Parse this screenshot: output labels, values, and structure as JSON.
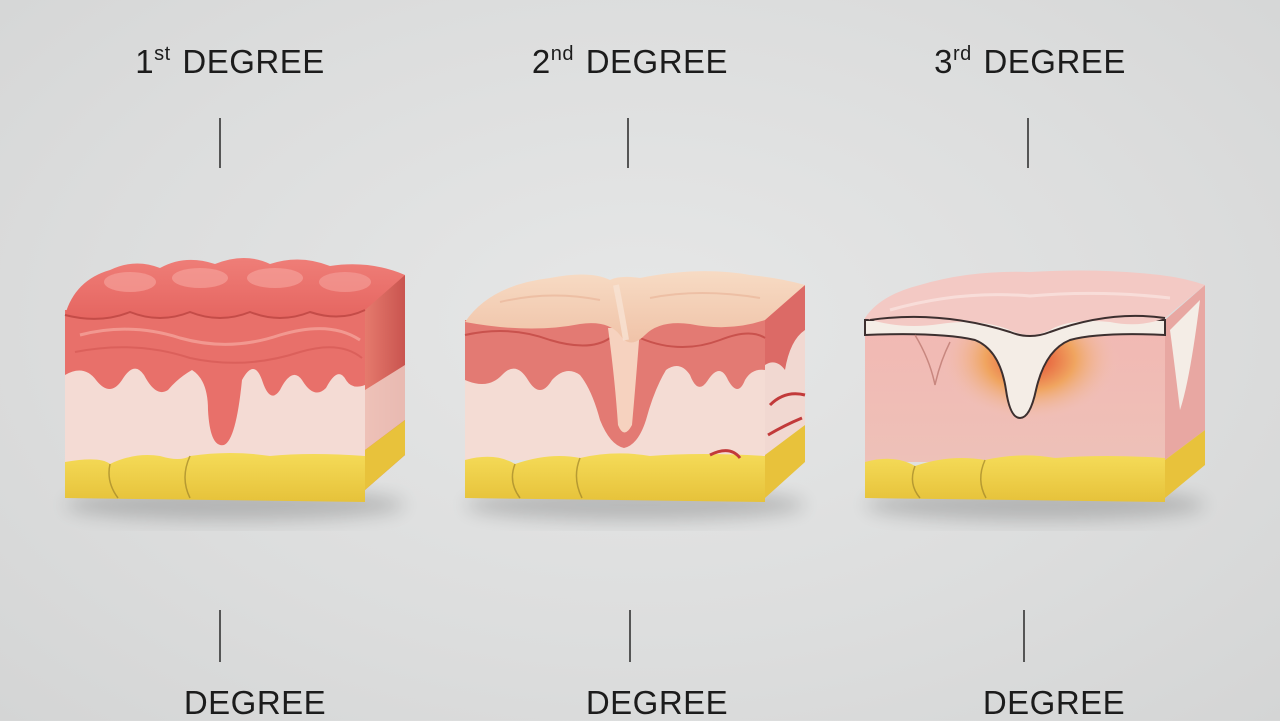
{
  "panels": [
    {
      "ordinal_number": "1",
      "ordinal_suffix": "st",
      "heading_word": "DEGREE",
      "bottom_label": "DEGREE"
    },
    {
      "ordinal_number": "2",
      "ordinal_suffix": "nd",
      "heading_word": "DEGREE",
      "bottom_label": "DEGREE"
    },
    {
      "ordinal_number": "3",
      "ordinal_suffix": "rd",
      "heading_word": "DEGREE",
      "bottom_label": "DEGREE"
    }
  ],
  "colors": {
    "background": "#dcdddd",
    "epidermis_red": "#e8706a",
    "dermis_pink": "#f3d6cf",
    "fat_yellow": "#f2d34a",
    "blister_cream": "#f6d3bb",
    "necrotic_white": "#f3ece6"
  }
}
